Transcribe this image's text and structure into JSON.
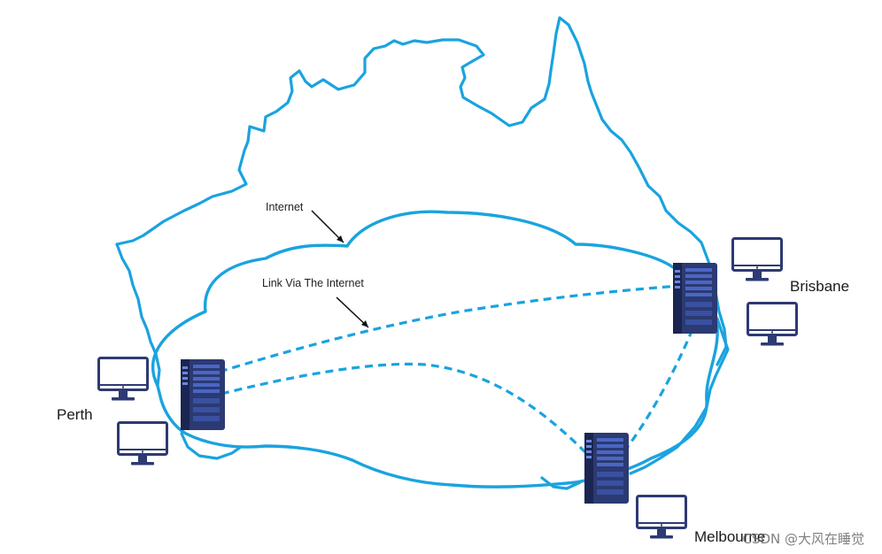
{
  "colors": {
    "outline": "#1aa3df",
    "server_body": "#2b3a72",
    "server_dark": "#1b2551",
    "server_light": "#4b66c4",
    "monitor": "#2d3a73"
  },
  "labels": {
    "internet": "Internet",
    "link": "Link Via The Internet",
    "perth": "Perth",
    "brisbane": "Brisbane",
    "melbourne": "Melbourne"
  },
  "watermark": "CSDN @大风在睡觉",
  "icons": {
    "server": "server-rack-icon",
    "computer": "desktop-monitor-icon"
  }
}
